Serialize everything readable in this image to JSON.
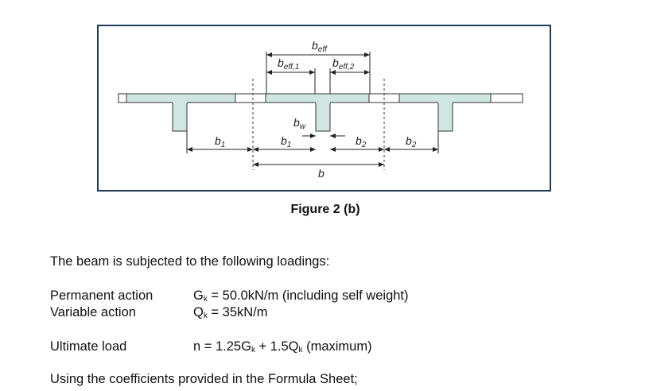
{
  "figure": {
    "labels": {
      "beff": "b",
      "beff_sub": "eff",
      "beff1": "b",
      "beff1_sub": "eff,1",
      "beff2": "b",
      "beff2_sub": "eff,2",
      "bw": "b",
      "bw_sub": "w",
      "b1_left": "b",
      "b1_left_sub": "1",
      "b1_mid": "b",
      "b1_mid_sub": "1",
      "b2_mid": "b",
      "b2_mid_sub": "2",
      "b2_right": "b",
      "b2_right_sub": "2",
      "b": "b"
    },
    "caption": "Figure 2 (b)",
    "colors": {
      "flange_fill": "#cfe6e2",
      "frame": "#1f3b57"
    }
  },
  "text": {
    "intro": "The beam is subjected to the following loadings:",
    "permanent_label": "Permanent action",
    "permanent_g": "G",
    "permanent_sub": "k",
    "permanent_value": " = 50.0kN/m (including self weight)",
    "variable_label": "Variable action",
    "variable_q": "Q",
    "variable_sub": "k",
    "variable_value": " = 35kN/m",
    "ultimate_label": "Ultimate load",
    "ultimate_n": "n = 1.25G",
    "ultimate_sub1": "k",
    "ultimate_mid": " + 1.5Q",
    "ultimate_sub2": "k",
    "ultimate_tail": " (maximum)",
    "using": "Using the coefficients provided in the Formula Sheet;"
  }
}
